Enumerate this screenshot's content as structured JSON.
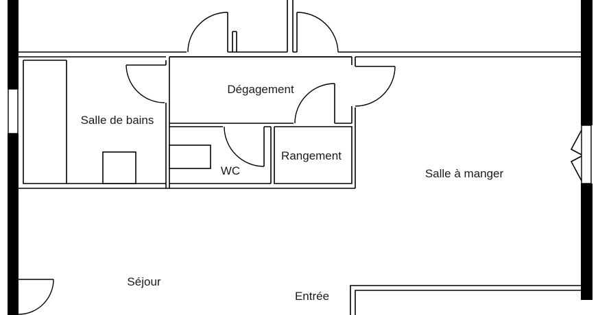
{
  "rooms": {
    "degagement": "Dégagement",
    "salle_de_bains": "Salle de bains",
    "wc": "WC",
    "rangement": "Rangement",
    "salle_a_manger": "Salle à manger",
    "sejour": "Séjour",
    "entree": "Entrée"
  }
}
